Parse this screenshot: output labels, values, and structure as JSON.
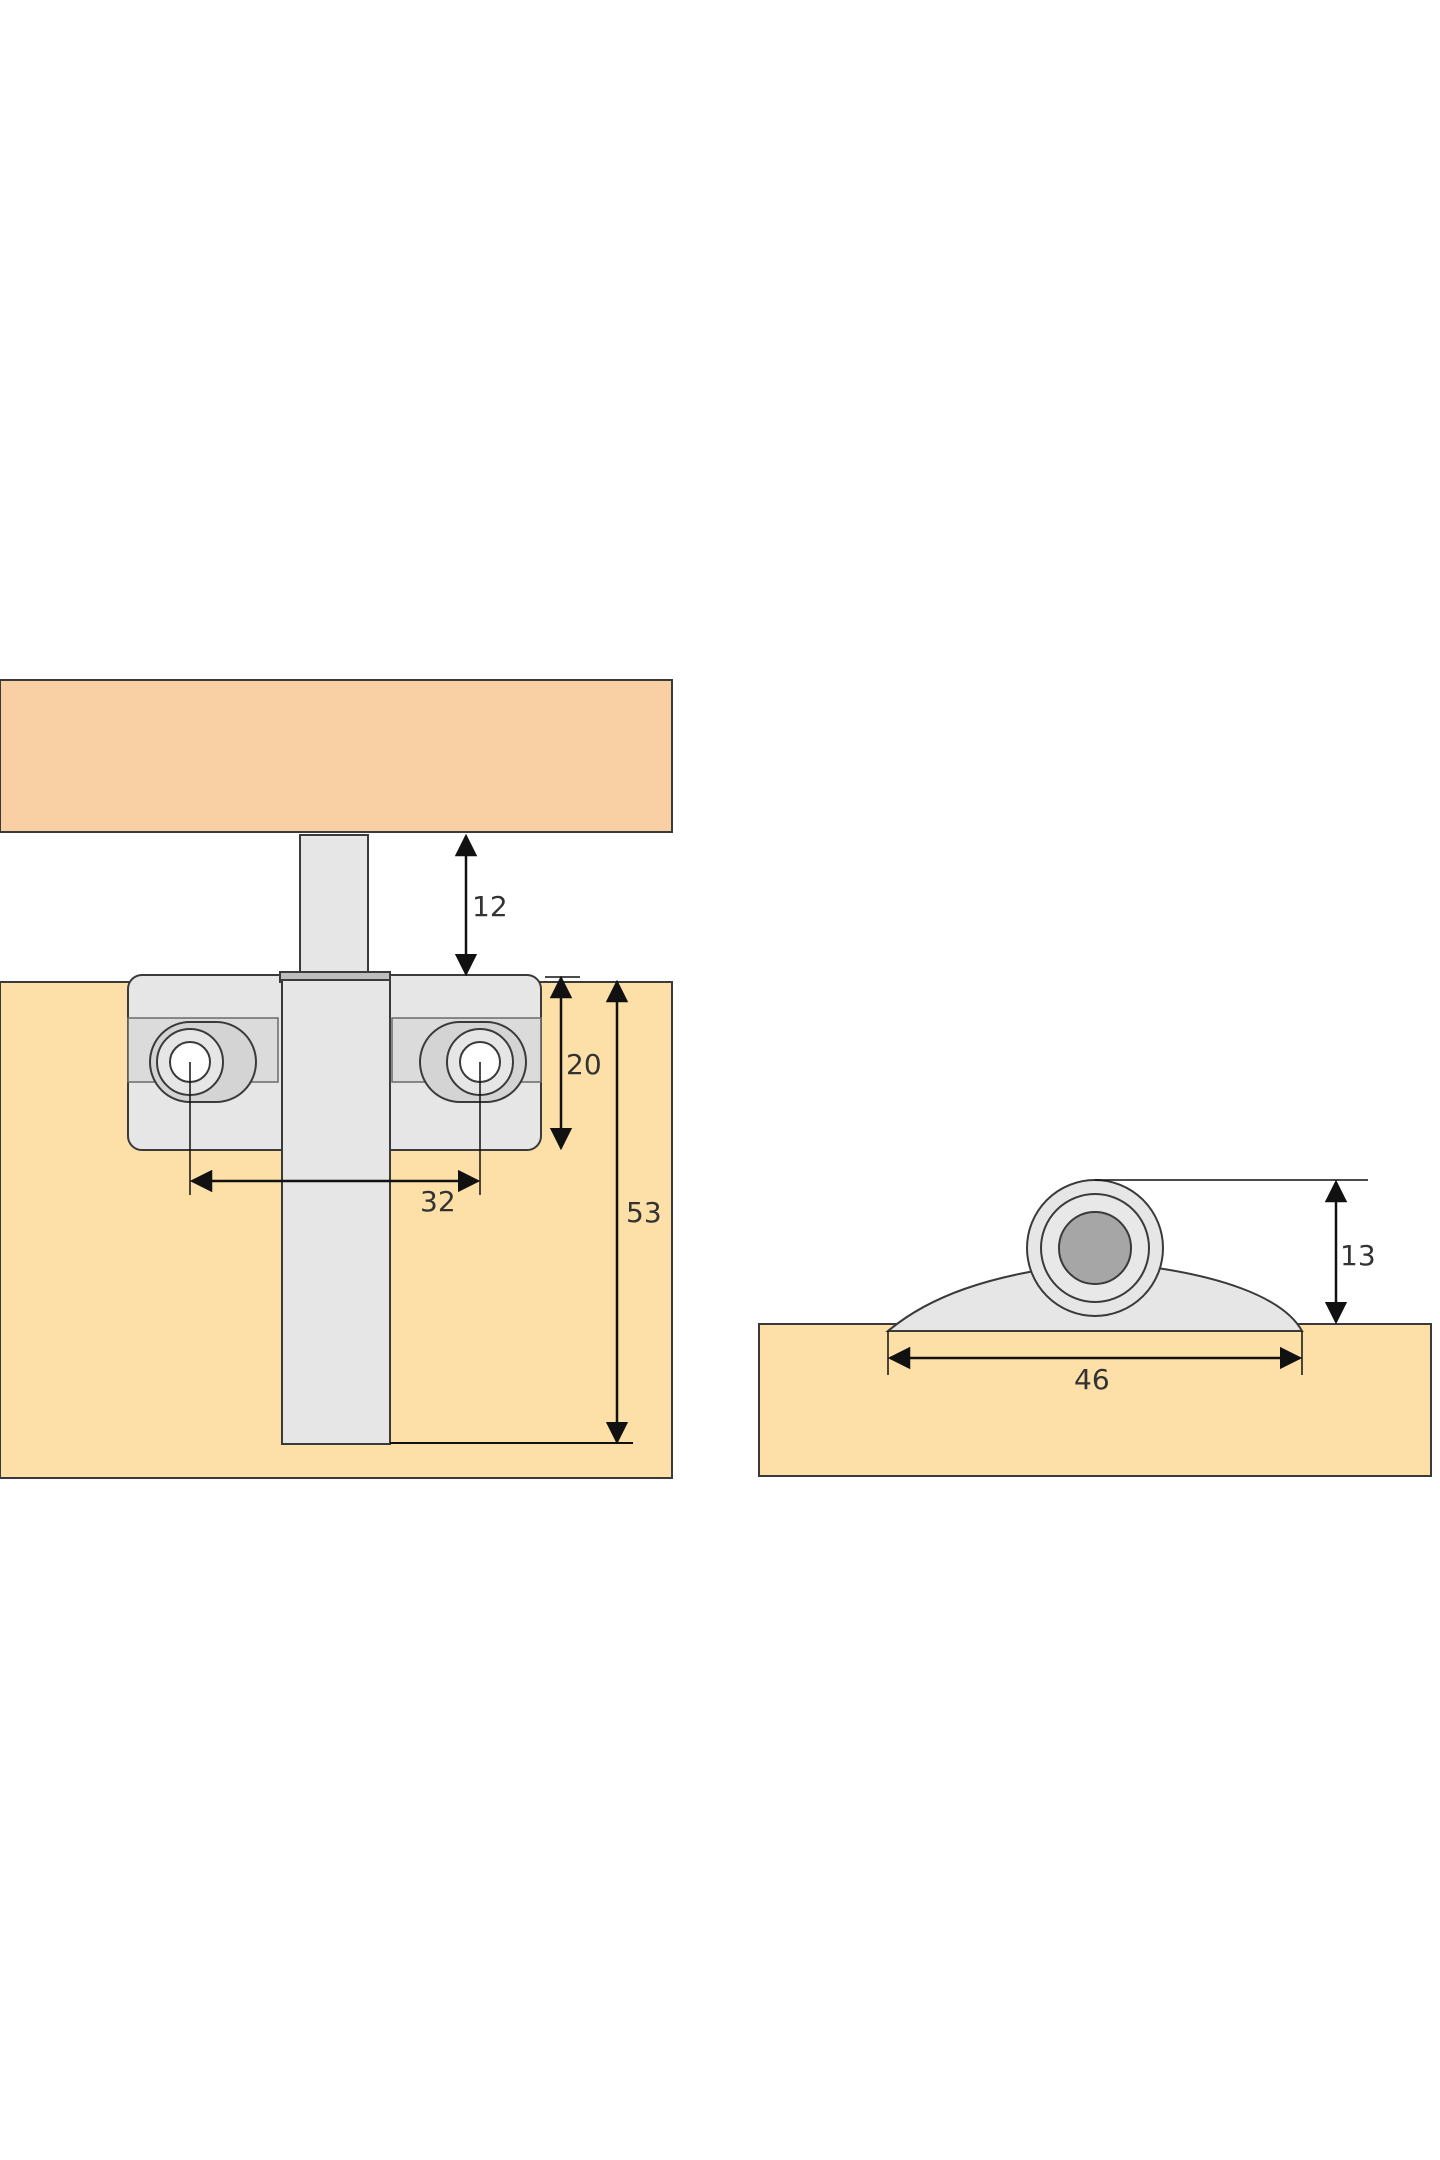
{
  "colors": {
    "door_wood": "#f9d0a3",
    "cabinet_wood": "#fce0a8",
    "metal_light": "#e6e6e6",
    "metal_mid": "#d4d4d4",
    "metal_dark": "#a6a6a6",
    "outline": "#3a3a3a"
  },
  "dimensions": {
    "gap_to_door": "12",
    "plate_height": "20",
    "hole_spacing": "32",
    "total_depth": "53",
    "striker_height": "13",
    "striker_width": "46"
  }
}
